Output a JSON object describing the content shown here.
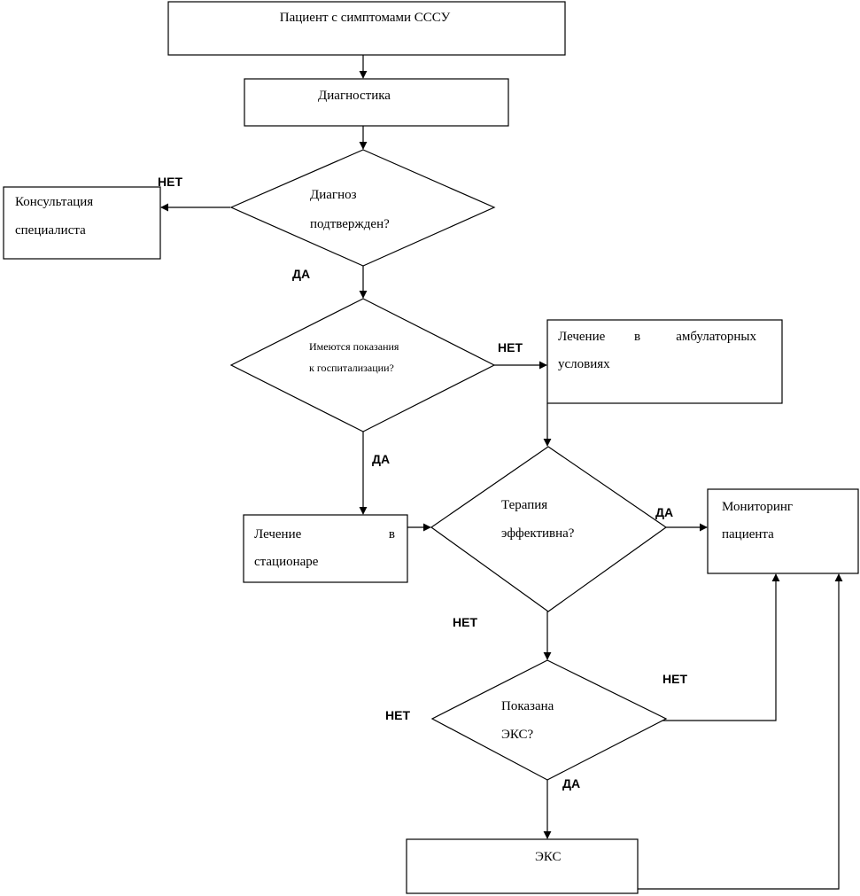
{
  "nodes": {
    "start": "Пациент с симптомами СССУ",
    "diagnostics": "Диагностика",
    "diagnosis_confirmed": [
      "Диагноз",
      "подтвержден?"
    ],
    "specialist": [
      "Консультация",
      "специалиста"
    ],
    "hospital_indications": [
      "Имеются показания",
      "к госпитализации?"
    ],
    "outpatient": {
      "line1_words": [
        "Лечение",
        "в",
        "амбулаторных"
      ],
      "line2": "условиях"
    },
    "therapy_effective": [
      "Терапия",
      "эффективна?"
    ],
    "inpatient": {
      "line1_words": [
        "Лечение",
        "в"
      ],
      "line2": "стационаре"
    },
    "monitoring": [
      "Мониторинг",
      "пациента"
    ],
    "eks_indicated": [
      "Показана",
      "ЭКС?"
    ],
    "eks": "ЭКС"
  },
  "edge_labels": {
    "diag_no": "НЕТ",
    "diag_yes": "ДА",
    "hosp_no": "НЕТ",
    "hosp_yes": "ДА",
    "therapy_yes": "ДА",
    "therapy_no": "НЕТ",
    "eks_no_left": "НЕТ",
    "eks_no_right": "НЕТ",
    "eks_yes": "ДА"
  }
}
